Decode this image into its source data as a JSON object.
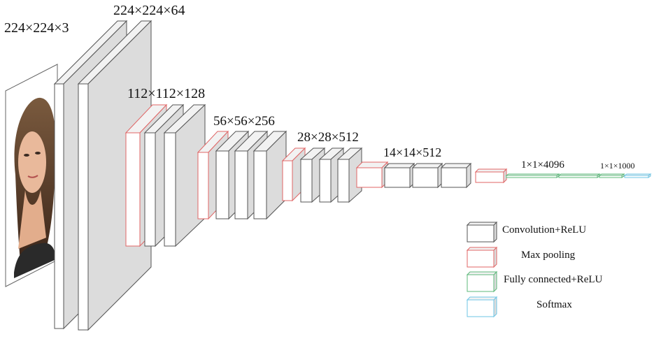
{
  "dimension_labels": {
    "input": "224×224×3",
    "conv1": "224×224×64",
    "conv2": "112×112×128",
    "conv3": "56×56×256",
    "conv4": "28×28×512",
    "conv5": "14×14×512",
    "fc": "1×1×4096",
    "softmax": "1×1×1000"
  },
  "legend": {
    "conv": "Convolution+ReLU",
    "pool": "Max pooling",
    "fc": "Fully connected+ReLU",
    "softmax": "Softmax"
  },
  "colors": {
    "conv_edge": "#555555",
    "pool_edge": "#e06666",
    "fc_edge": "#5cb87a",
    "softmax_edge": "#6ec6e6",
    "side_face": "#dcdcdc",
    "front_face": "#ffffff"
  },
  "input_image": "face-photo"
}
